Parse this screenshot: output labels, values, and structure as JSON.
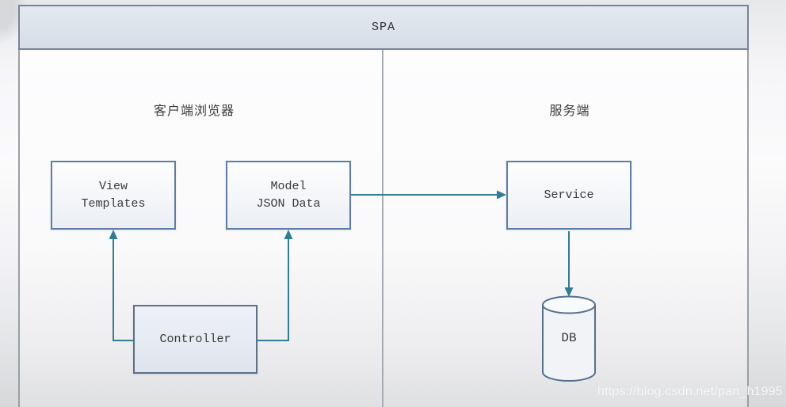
{
  "header": {
    "title": "SPA"
  },
  "sections": {
    "client": {
      "label": "客户端浏览器"
    },
    "server": {
      "label": "服务端"
    }
  },
  "nodes": {
    "view_templates": {
      "label": "View\nTemplates"
    },
    "model_json": {
      "label": "Model\nJSON Data"
    },
    "service": {
      "label": "Service"
    },
    "controller": {
      "label": "Controller"
    },
    "db": {
      "label": "DB"
    }
  },
  "edges": [
    {
      "from": "controller",
      "to": "view_templates"
    },
    {
      "from": "controller",
      "to": "model_json"
    },
    {
      "from": "model_json",
      "to": "service"
    },
    {
      "from": "service",
      "to": "db"
    }
  ],
  "colors": {
    "arrow": "#2e7f93",
    "node_border": "#5c7ea6",
    "controller_border": "#5d7089",
    "header_fill": "#dde3eb",
    "header_border": "#74859b",
    "divider": "#a5abb3"
  },
  "watermark": {
    "text": "https://blog.csdn.net/pan_h1995"
  }
}
